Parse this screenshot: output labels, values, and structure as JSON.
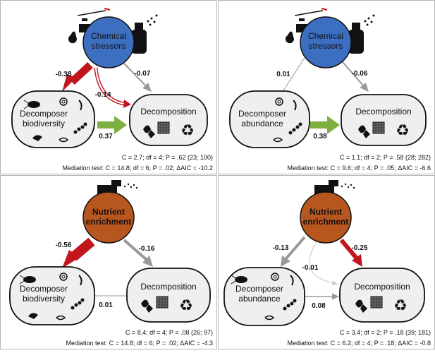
{
  "panels": [
    {
      "stressor": "Chemical\nstressors",
      "stressor_color": "#3d6fc0",
      "stressor_icon": "chemical-bottle-spray-icon",
      "decomposer": "Decomposer\nbiodiversity",
      "decomposition": "Decomposition",
      "paths": {
        "stressor_to_decomposer": {
          "label": "-0.38",
          "color": "#c0161c",
          "kind": "solid"
        },
        "stressor_to_decomposition": {
          "label": "-0.07",
          "color": "#999999",
          "kind": "thin"
        },
        "decomposer_to_decomposition": {
          "label": "0.37",
          "color": "#7db040",
          "kind": "solid"
        },
        "indirect": {
          "label": "-0.14",
          "color": "#c0161c",
          "kind": "outline"
        }
      },
      "stats": "C = 2.7; df = 4; P = .62 (23; 100)",
      "mediation": "Mediation test: C = 14.8; df = 6; P = .02; ΔAIC = -10.2"
    },
    {
      "stressor": "Chemical\nstressors",
      "stressor_color": "#3d6fc0",
      "stressor_icon": "chemical-bottle-spray-icon",
      "decomposer": "Decomposer\nabundance",
      "decomposition": "Decomposition",
      "paths": {
        "stressor_to_decomposer": {
          "label": "0.01",
          "color": "#999999",
          "kind": "thin"
        },
        "stressor_to_decomposition": {
          "label": "-0.06",
          "color": "#999999",
          "kind": "thin"
        },
        "decomposer_to_decomposition": {
          "label": "0.38",
          "color": "#7db040",
          "kind": "solid"
        }
      },
      "stats": "C = 1.1; df = 2; P = .58 (28; 282)",
      "mediation": "Mediation test: C = 9.6; df = 4; P = .05; ΔAIC = -6.6"
    },
    {
      "stressor": "Nutrient\nenrichment",
      "stressor_color": "#b8561f",
      "stressor_icon": "tractor-icon",
      "decomposer": "Decomposer\nbiodiversity",
      "decomposition": "Decomposition",
      "paths": {
        "stressor_to_decomposer": {
          "label": "-0.56",
          "color": "#c0161c",
          "kind": "solid"
        },
        "stressor_to_decomposition": {
          "label": "-0.16",
          "color": "#999999",
          "kind": "solid"
        },
        "decomposer_to_decomposition": {
          "label": "0.01",
          "color": "#999999",
          "kind": "thin"
        }
      },
      "stats": "C = 8.4; df = 4; P = .08 (26; 97)",
      "mediation": "Mediation test: C = 14.8; df = 6; P = .02; ΔAIC = -4.3"
    },
    {
      "stressor": "Nutrient\nenrichment",
      "stressor_color": "#b8561f",
      "stressor_icon": "tractor-icon",
      "decomposer": "Decomposer\nabundance",
      "decomposition": "Decomposition",
      "paths": {
        "stressor_to_decomposer": {
          "label": "-0.13",
          "color": "#999999",
          "kind": "solid"
        },
        "stressor_to_decomposition": {
          "label": "-0.25",
          "color": "#c0161c",
          "kind": "solid"
        },
        "decomposer_to_decomposition": {
          "label": "0.08",
          "color": "#999999",
          "kind": "thin"
        },
        "indirect": {
          "label": "-0.01",
          "color": "#cccccc",
          "kind": "curve"
        }
      },
      "stats": "C = 3.4; df = 2; P = .18 (39; 181)",
      "mediation": "Mediation test: C = 6.2; df = 4; P = .18; ΔAIC = -0.8"
    }
  ]
}
